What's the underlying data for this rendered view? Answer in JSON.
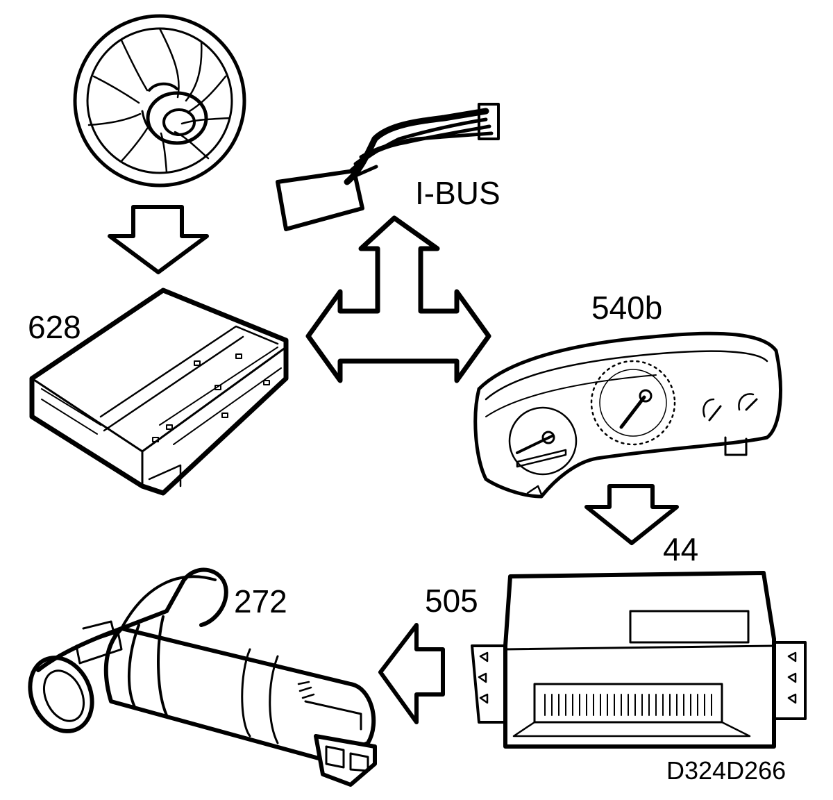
{
  "diagram": {
    "figure_id": "D324D266",
    "bus_label": "I-BUS",
    "components": [
      {
        "key": "fan",
        "label": ""
      },
      {
        "key": "connector",
        "label": "I-BUS"
      },
      {
        "key": "control_module",
        "label": "628"
      },
      {
        "key": "instrument_cluster",
        "label": "540b"
      },
      {
        "key": "ecu",
        "label": "44"
      },
      {
        "key": "ecu_alt",
        "label": "505"
      },
      {
        "key": "valve",
        "label": "272"
      }
    ],
    "line_color": "#000000",
    "background_color": "#ffffff"
  }
}
